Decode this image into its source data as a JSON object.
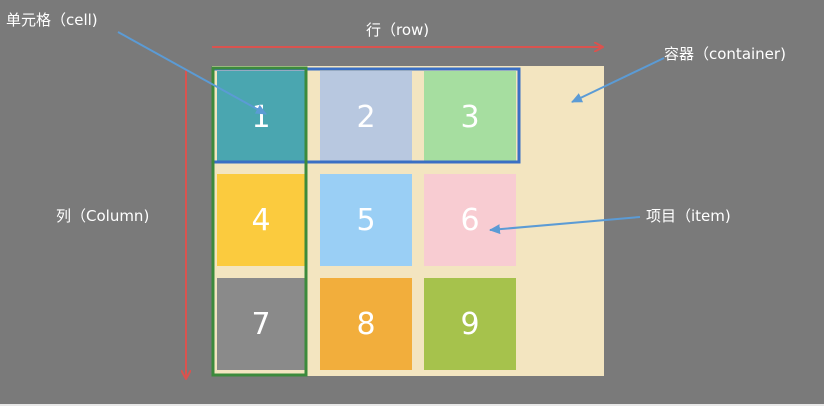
{
  "labels": {
    "cell": "单元格（cell)",
    "row": "行（row)",
    "container": "容器（container)",
    "column": "列（Column)",
    "item": "项目（item)"
  },
  "items": [
    {
      "text": "1",
      "color": "#4aa6b0"
    },
    {
      "text": "2",
      "color": "#b8c8e0"
    },
    {
      "text": "3",
      "color": "#a6dea0"
    },
    {
      "text": "4",
      "color": "#fbcb3e"
    },
    {
      "text": "5",
      "color": "#9acff5"
    },
    {
      "text": "6",
      "color": "#f8ccd2"
    },
    {
      "text": "7",
      "color": "#8a8a8a"
    },
    {
      "text": "8",
      "color": "#f2ae3c"
    },
    {
      "text": "9",
      "color": "#a6c24c"
    }
  ],
  "colors": {
    "container": "#f3e5c0",
    "arrow_red": "#d9534f",
    "pointer_blue": "#5b9bd5",
    "row_outline": "#3a6fc4",
    "column_outline": "#3c8a3c"
  }
}
